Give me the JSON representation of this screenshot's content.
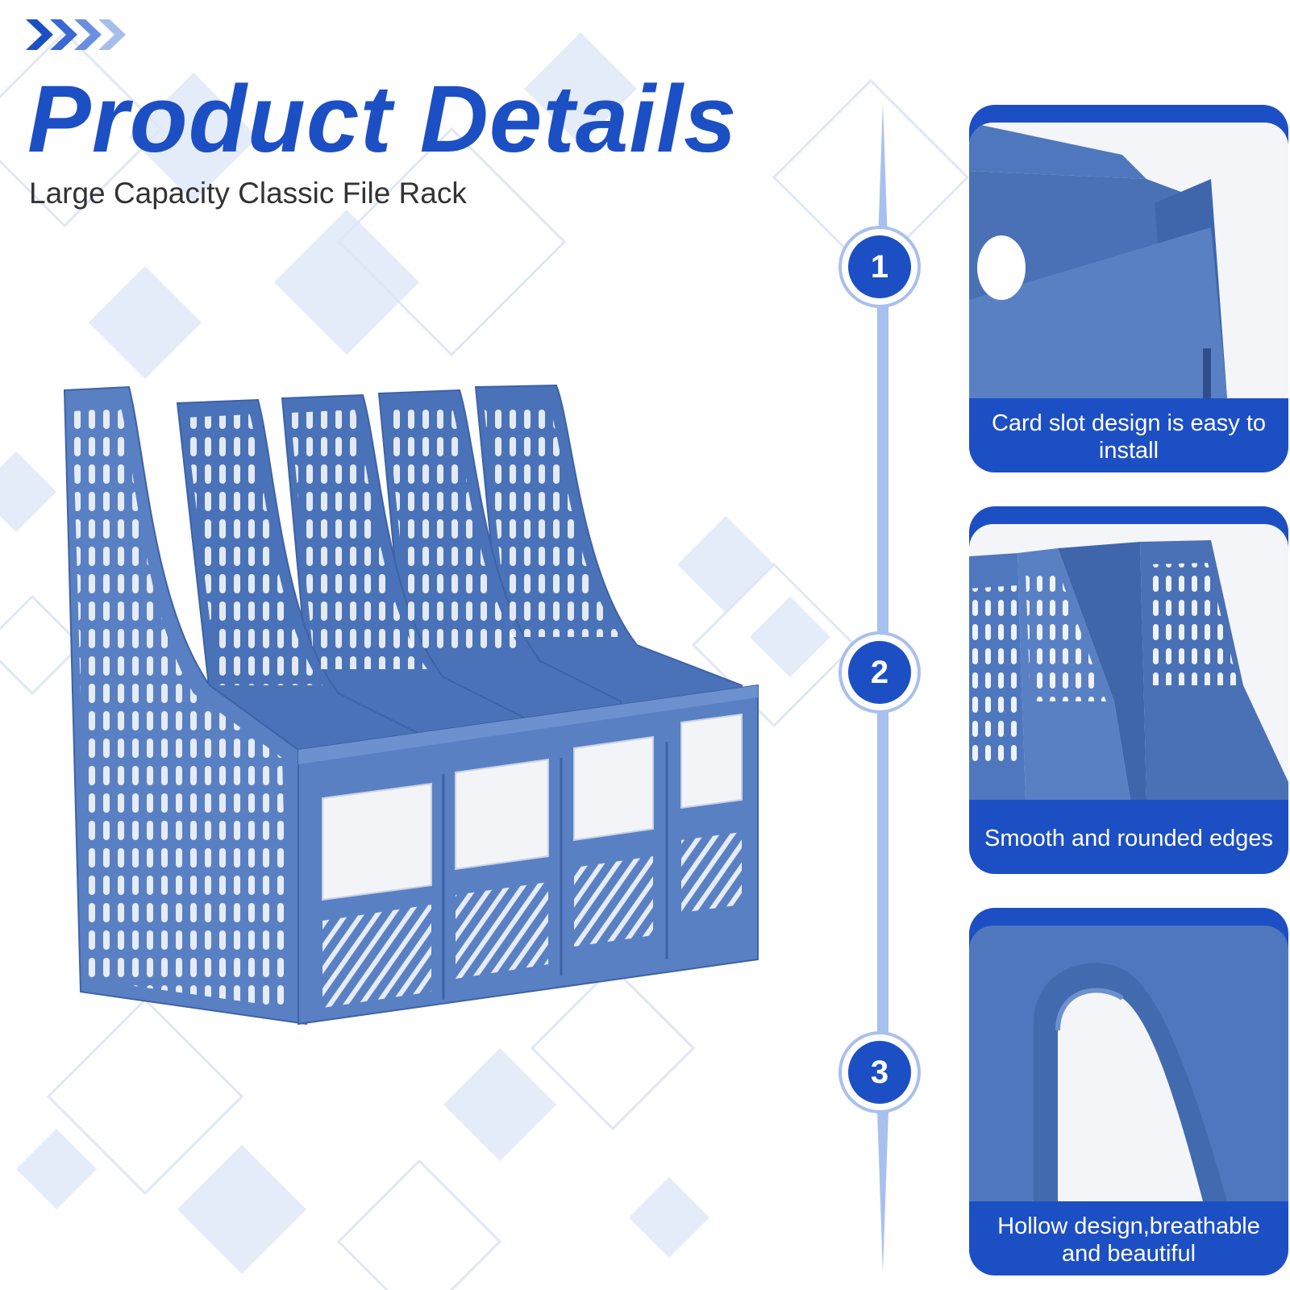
{
  "header": {
    "title": "Product Details",
    "subtitle": "Large Capacity Classic File Rack"
  },
  "colors": {
    "brand_blue": "#1d4fc4",
    "product_blue": "#4f77bd",
    "accent_light": "#a8c0ee"
  },
  "icons": {
    "header": "chevron-arrows-icon",
    "steps": "numbered-circle-icon"
  },
  "features": [
    {
      "step": "1",
      "caption": "Card slot design is easy to install"
    },
    {
      "step": "2",
      "caption": "Smooth and rounded edges"
    },
    {
      "step": "3",
      "caption": "Hollow design,breathable and beautiful"
    }
  ]
}
